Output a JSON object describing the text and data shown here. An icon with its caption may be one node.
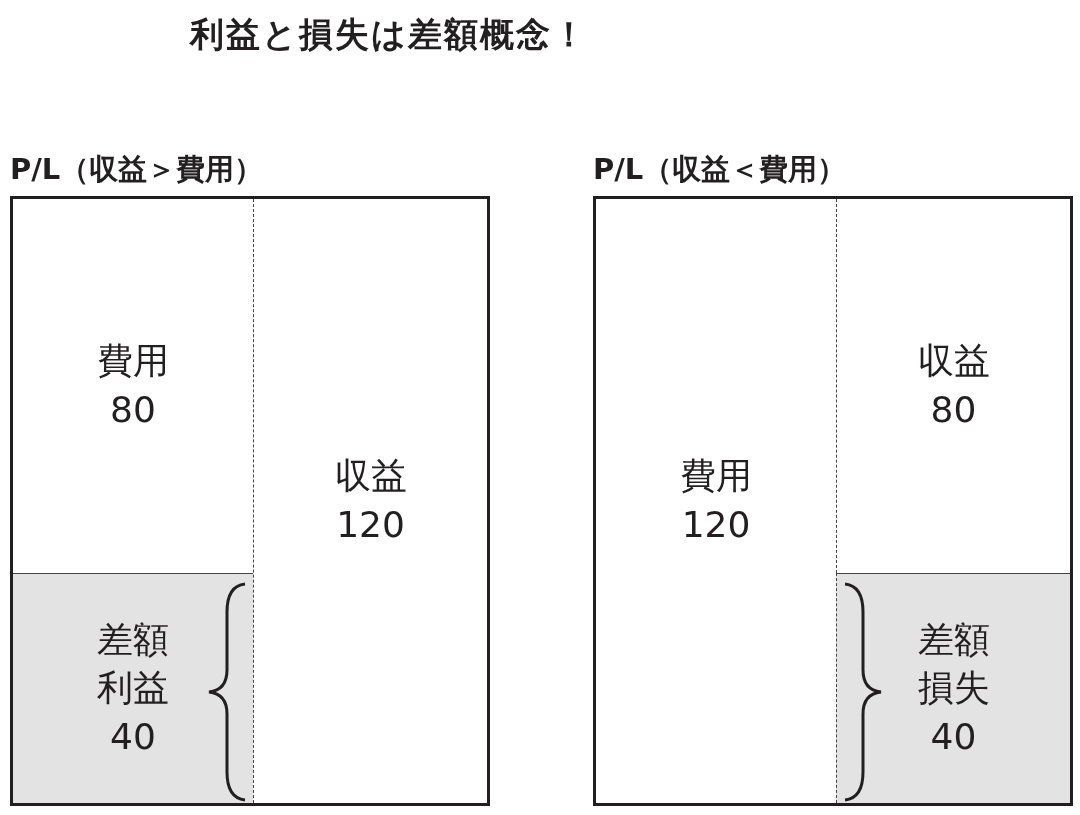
{
  "diagram": {
    "title": "利益と損失は差額概念！",
    "nodes": [
      {
        "text": [
          "P/L（収益＞費用）"
        ]
      },
      {
        "text": [
          "費用",
          "80"
        ],
        "in": 0
      },
      {
        "text": [
          "収益",
          "120"
        ],
        "in": 0
      },
      {
        "text": [
          "差額利益",
          "40"
        ],
        "in": 0
      },
      {
        "text": [
          "P/L（収益＜費用）"
        ]
      },
      {
        "text": [
          "費用",
          "120"
        ],
        "in": 4
      },
      {
        "text": [
          "収益",
          "80"
        ],
        "in": 4
      },
      {
        "text": [
          "差額損失",
          "40"
        ],
        "in": 4
      }
    ],
    "edges": []
  }
}
